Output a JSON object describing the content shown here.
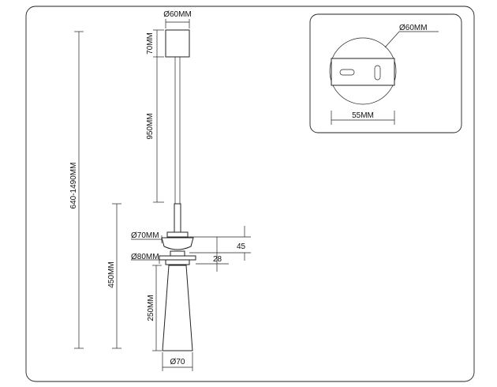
{
  "dimensions": {
    "canopy_diameter": "Ø60MM",
    "canopy_height": "70MM",
    "cable_length": "950MM",
    "total_height": "640-1490MM",
    "fixture_height": "450MM",
    "ring_upper_diameter": "Ø70MM",
    "ring_lower_diameter": "Ø80MM",
    "gap_upper": "45",
    "gap_lower": "28",
    "shade_height": "250MM",
    "shade_bottom_diameter": "Ø70"
  },
  "detail": {
    "diameter": "Ø60MM",
    "bracket_width": "55MM"
  },
  "colors": {
    "stroke": "#222222",
    "background": "#ffffff"
  }
}
